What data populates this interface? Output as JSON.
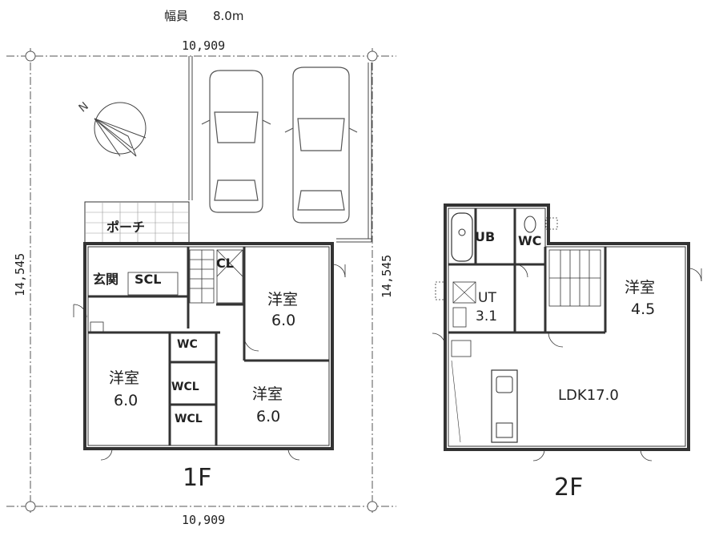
{
  "road": {
    "width_label": "幅員",
    "width_value": "8.0m"
  },
  "dimensions": {
    "top_width": "10,909",
    "bottom_width": "10,909",
    "left_depth": "14,545",
    "right_depth": "14,545"
  },
  "floor1": {
    "title": "1F",
    "rooms": {
      "porch": "ポーチ",
      "entrance": "玄関",
      "scl": "SCL",
      "cl": "CL",
      "room_ne_name": "洋室",
      "room_ne_size": "6.0",
      "room_sw_name": "洋室",
      "room_sw_size": "6.0",
      "room_se_name": "洋室",
      "room_se_size": "6.0",
      "wc": "WC",
      "wcl1": "WCL",
      "wcl2": "WCL"
    }
  },
  "floor2": {
    "title": "2F",
    "rooms": {
      "ub": "UB",
      "wc": "WC",
      "ut_name": "UT",
      "ut_size": "3.1",
      "room_name": "洋室",
      "room_size": "4.5",
      "ldk": "LDK17.0"
    }
  }
}
